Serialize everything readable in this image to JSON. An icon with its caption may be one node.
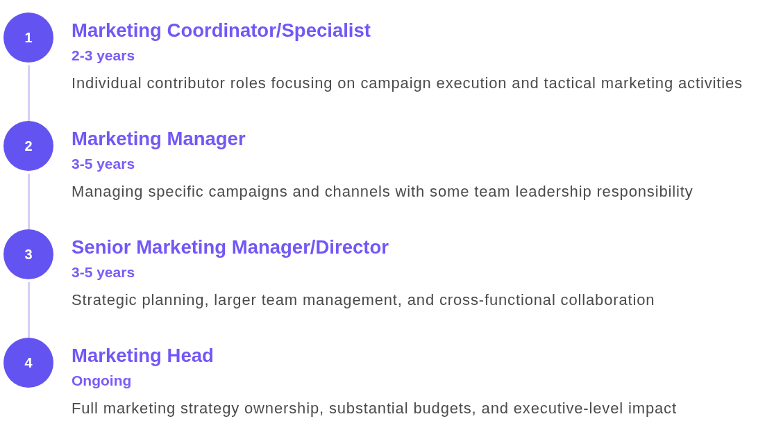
{
  "diagram": {
    "nodes": [
      {
        "text": [
          "1"
        ],
        "beside": [
          "Marketing Coordinator/Specialist",
          "2-3 years",
          "Individual contributor roles focusing on campaign execution and tactical marketing activities"
        ]
      },
      {
        "text": [
          "2"
        ],
        "beside": [
          "Marketing Manager",
          "3-5 years",
          "Managing specific campaigns and channels with some team leadership responsibility"
        ]
      },
      {
        "text": [
          "3"
        ],
        "beside": [
          "Senior Marketing Manager/Director",
          "3-5 years",
          "Strategic planning, larger team management, and cross-functional collaboration"
        ]
      },
      {
        "text": [
          "4"
        ],
        "beside": [
          "Marketing Head",
          "Ongoing",
          "Full marketing strategy ownership, substantial budgets, and executive-level impact"
        ]
      }
    ],
    "edges": [
      {
        "from": 0,
        "to": 1,
        "arrow": "none"
      },
      {
        "from": 1,
        "to": 2,
        "arrow": "none"
      },
      {
        "from": 2,
        "to": 3,
        "arrow": "none"
      }
    ]
  }
}
